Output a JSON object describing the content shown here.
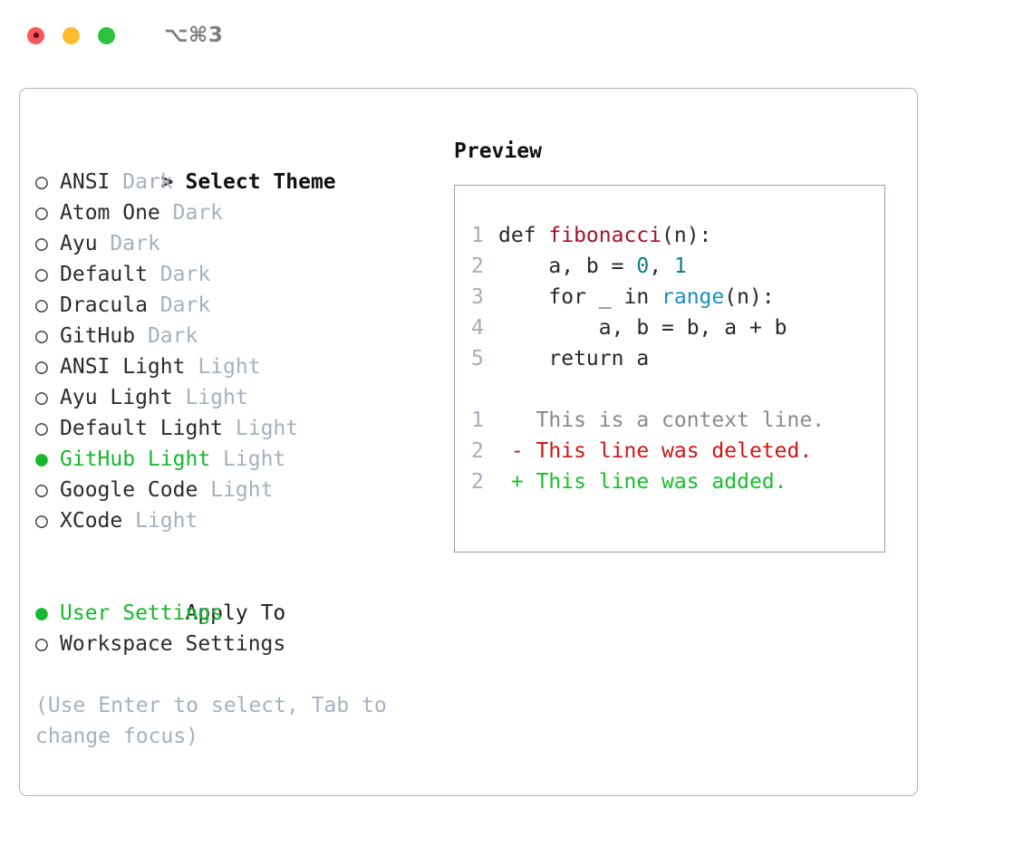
{
  "titlebar": {
    "shortcut": "⌥⌘3",
    "buttons": [
      {
        "name": "close",
        "color": "#f8585c"
      },
      {
        "name": "minimize",
        "color": "#fcbc2d"
      },
      {
        "name": "maximize",
        "color": "#2ec13f"
      }
    ]
  },
  "theme_selector": {
    "header_marker": ">",
    "header": "Select Theme",
    "unselected_marker": "○",
    "selected_marker": "●",
    "selected_color": "#16b82e",
    "items": [
      {
        "marker": "○",
        "name": "ANSI",
        "suffix": "Dark",
        "selected": false
      },
      {
        "marker": "○",
        "name": "Atom One",
        "suffix": "Dark",
        "selected": false
      },
      {
        "marker": "○",
        "name": "Ayu",
        "suffix": "Dark",
        "selected": false
      },
      {
        "marker": "○",
        "name": "Default",
        "suffix": "Dark",
        "selected": false
      },
      {
        "marker": "○",
        "name": "Dracula",
        "suffix": "Dark",
        "selected": false
      },
      {
        "marker": "○",
        "name": "GitHub",
        "suffix": "Dark",
        "selected": false
      },
      {
        "marker": "○",
        "name": "ANSI Light",
        "suffix": "Light",
        "selected": false
      },
      {
        "marker": "○",
        "name": "Ayu Light",
        "suffix": "Light",
        "selected": false
      },
      {
        "marker": "○",
        "name": "Default Light",
        "suffix": "Light",
        "selected": false
      },
      {
        "marker": "●",
        "name": "GitHub Light",
        "suffix": "Light",
        "selected": true
      },
      {
        "marker": "○",
        "name": "Google Code",
        "suffix": "Light",
        "selected": false
      },
      {
        "marker": "○",
        "name": "XCode",
        "suffix": "Light",
        "selected": false
      }
    ]
  },
  "apply_to": {
    "header": "Apply To",
    "items": [
      {
        "marker": "●",
        "label": "User Settings",
        "selected": true
      },
      {
        "marker": "○",
        "label": "Workspace Settings",
        "selected": false
      }
    ]
  },
  "hint": "(Use Enter to select, Tab to change focus)",
  "preview": {
    "title": "Preview",
    "code_lines": [
      {
        "num": "1",
        "tokens": [
          {
            "t": "def ",
            "c": "plain"
          },
          {
            "t": "fibonacci",
            "c": "func"
          },
          {
            "t": "(n):",
            "c": "plain"
          }
        ]
      },
      {
        "num": "2",
        "tokens": [
          {
            "t": "    a, b = ",
            "c": "plain"
          },
          {
            "t": "0",
            "c": "num"
          },
          {
            "t": ", ",
            "c": "plain"
          },
          {
            "t": "1",
            "c": "num"
          }
        ]
      },
      {
        "num": "3",
        "tokens": [
          {
            "t": "    for _ in ",
            "c": "plain"
          },
          {
            "t": "range",
            "c": "built"
          },
          {
            "t": "(n):",
            "c": "plain"
          }
        ]
      },
      {
        "num": "4",
        "tokens": [
          {
            "t": "        a, b = b, a + b",
            "c": "plain"
          }
        ]
      },
      {
        "num": "5",
        "tokens": [
          {
            "t": "    return a",
            "c": "plain"
          }
        ]
      }
    ],
    "diff_lines": [
      {
        "num": "1",
        "sign": " ",
        "text": "This is a context line.",
        "kind": "ctx"
      },
      {
        "num": "2",
        "sign": "-",
        "text": "This line was deleted.",
        "kind": "del"
      },
      {
        "num": "2",
        "sign": "+",
        "text": "This line was added.",
        "kind": "add"
      }
    ]
  }
}
